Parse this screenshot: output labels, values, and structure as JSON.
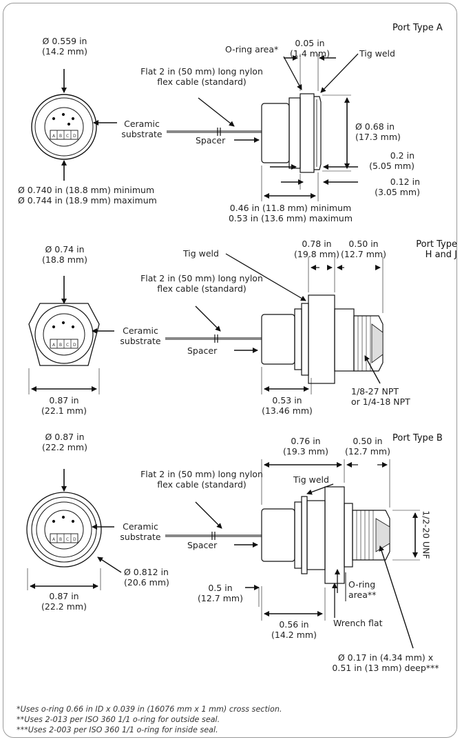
{
  "notes": [
    "*Uses o-ring 0.66 in ID x 0.039 in (16076 mm x 1 mm) cross section.",
    "**Uses 2-013 per ISO 360 1/1 o-ring for outside seal.",
    "***Uses 2-003 per ISO 360 1/1 o-ring for inside seal."
  ],
  "pin_letters": [
    "A",
    "B",
    "C",
    "D"
  ],
  "common": {
    "cable": [
      "Flat 2 in (50 mm) long nylon",
      "flex cable (standard)"
    ],
    "ceramic": [
      "Ceramic",
      "substrate"
    ],
    "spacer": "Spacer"
  },
  "port_a": {
    "title": "Port Type A",
    "dia_top": [
      "Ø 0.559 in",
      "(14.2 mm)"
    ],
    "dia_bottom": [
      "Ø 0.740 in (18.8 mm) minimum",
      "Ø 0.744 in (18.9 mm) maximum"
    ],
    "oring": "O-ring area*",
    "gap": [
      "0.05 in",
      "(1.4 mm)"
    ],
    "tig": "Tig weld",
    "dia_right": [
      "Ø 0.68 in",
      "(17.3 mm)"
    ],
    "d02": [
      "0.2 in",
      "(5.05 mm)"
    ],
    "d012": [
      "0.12 in",
      "(3.05 mm)"
    ],
    "length": [
      "0.46 in (11.8 mm) minimum",
      "0.53 in (13.6 mm) maximum"
    ]
  },
  "port_hj": {
    "title": [
      "Port Type",
      "H and J"
    ],
    "dia_top": [
      "Ø 0.74 in",
      "(18.8 mm)"
    ],
    "tig": "Tig weld",
    "d078": [
      "0.78 in",
      "(19.8 mm)"
    ],
    "d050": [
      "0.50 in",
      "(12.7 mm)"
    ],
    "hex": [
      "0.87 in",
      "(22.1 mm)"
    ],
    "d053": [
      "0.53 in",
      "(13.46 mm)"
    ],
    "npt": [
      "1/8-27 NPT",
      "or 1/4-18 NPT"
    ]
  },
  "port_b": {
    "title": "Port Type B",
    "dia_top": [
      "Ø 0.87 in",
      "(22.2 mm)"
    ],
    "d076": [
      "0.76 in",
      "(19.3 mm)"
    ],
    "d050": [
      "0.50 in",
      "(12.7 mm)"
    ],
    "tig": "Tig weld",
    "thread": "1/2-20 UNF",
    "dia_inner": [
      "Ø 0.812 in",
      "(20.6 mm)"
    ],
    "width": [
      "0.87 in",
      "(22.2 mm)"
    ],
    "d05": [
      "0.5 in",
      "(12.7 mm)"
    ],
    "oring": [
      "O-ring",
      "area**"
    ],
    "d056": [
      "0.56 in",
      "(14.2 mm)"
    ],
    "wrench": "Wrench flat",
    "bore": [
      "Ø 0.17 in (4.34 mm) x",
      "0.51 in (13 mm) deep***"
    ]
  }
}
